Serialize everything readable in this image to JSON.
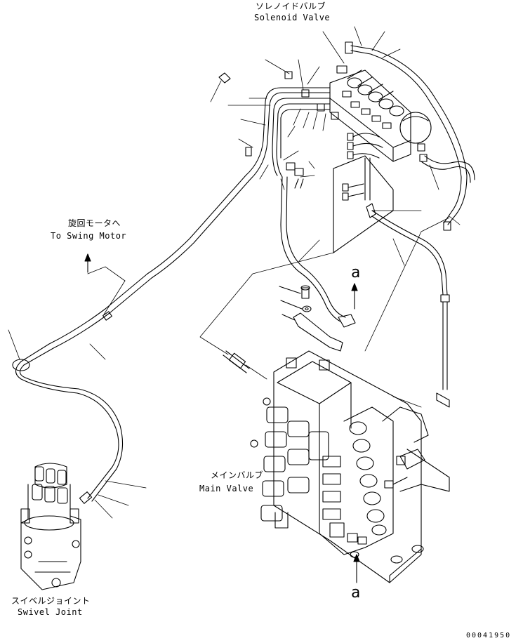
{
  "labels": {
    "solenoid_valve_jp": "ソレノイドバルブ",
    "solenoid_valve_en": "Solenoid Valve",
    "swing_motor_jp": "旋回モータへ",
    "swing_motor_en": "To Swing Motor",
    "main_valve_jp": "メインバルブ",
    "main_valve_en": "Main Valve",
    "swivel_joint_jp": "スイベルジョイント",
    "swivel_joint_en": "Swivel Joint",
    "ref_mark_top": "a",
    "ref_mark_bottom": "a",
    "drawing_number": "00041950"
  },
  "colors": {
    "line": "#000000",
    "background": "#ffffff"
  }
}
